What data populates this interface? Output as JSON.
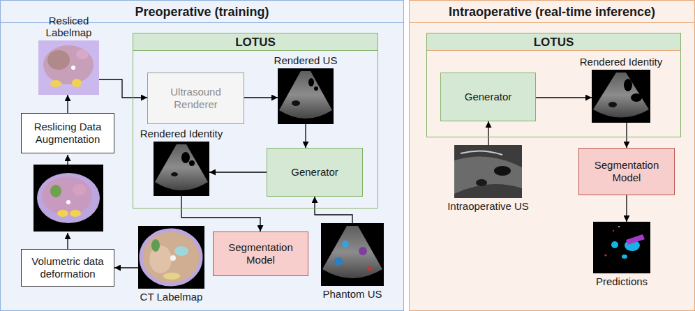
{
  "diagram": {
    "nodes": [
      {
        "text": [
          "Preoperative (training)"
        ]
      },
      {
        "text": [
          "Resliced Labelmap"
        ],
        "in": 0
      },
      {
        "text": [
          "LOTUS"
        ],
        "in": 0
      },
      {
        "text": [
          "Rendered US"
        ],
        "in": 2
      },
      {
        "text": [
          "Ultrasound Renderer"
        ],
        "in": 2
      },
      {
        "text": [
          "Rendered Identity"
        ],
        "in": 2
      },
      {
        "text": [
          "Generator"
        ],
        "in": 2
      },
      {
        "text": [
          "Reslicing Data Augmentation"
        ],
        "in": 0
      },
      {
        "text": [
          "Segmentation Model"
        ],
        "in": 0
      },
      {
        "text": [
          "Volumetric data deformation"
        ],
        "in": 0
      },
      {
        "text": [
          "CT Labelmap"
        ],
        "in": 0
      },
      {
        "text": [
          "Phantom US"
        ],
        "in": 0
      },
      {
        "text": [
          "Intraoperative (real-time inference)"
        ]
      },
      {
        "text": [
          "LOTUS"
        ],
        "in": 12
      },
      {
        "text": [
          "Generator"
        ],
        "in": 13
      },
      {
        "text": [
          "Rendered Identity"
        ],
        "in": 13
      },
      {
        "text": [
          "Segmentation Model"
        ],
        "in": 12
      },
      {
        "text": [
          "Intraoperative US"
        ],
        "in": 12
      },
      {
        "text": [
          "Predictions"
        ],
        "in": 12
      }
    ],
    "edges": [
      {
        "from": 1,
        "to": 4,
        "arrow": "to"
      },
      {
        "from": 4,
        "to": 3,
        "arrow": "to"
      },
      {
        "from": 3,
        "to": 6,
        "arrow": "to"
      },
      {
        "from": 6,
        "to": 5,
        "arrow": "to"
      },
      {
        "from": 5,
        "to": 8,
        "arrow": "to"
      },
      {
        "from": 11,
        "to": 6,
        "arrow": "to"
      },
      {
        "from": 10,
        "to": 9,
        "arrow": "to"
      },
      {
        "from": 7,
        "to": 1,
        "arrow": "to"
      },
      {
        "from": 17,
        "to": 14,
        "arrow": "to"
      },
      {
        "from": 14,
        "to": 15,
        "arrow": "to"
      },
      {
        "from": 15,
        "to": 16,
        "arrow": "to"
      },
      {
        "from": 16,
        "to": 18,
        "arrow": "to"
      }
    ]
  }
}
